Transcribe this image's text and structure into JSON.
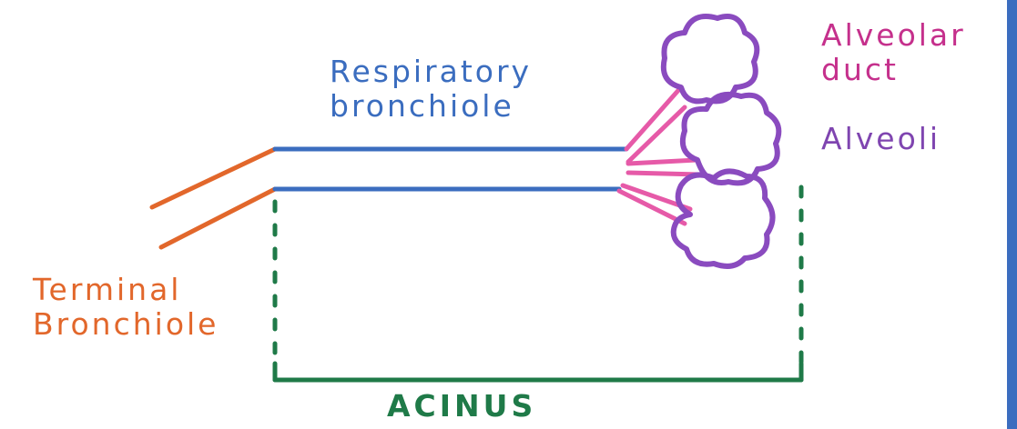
{
  "labels": {
    "respiratory": [
      "Respiratory",
      "bronchiole"
    ],
    "alveolar_duct": [
      "Alveolar",
      "duct"
    ],
    "alveoli": "Alveoli",
    "terminal": [
      "Terminal",
      "Bronchiole"
    ],
    "acinus": "ACINUS"
  },
  "colors": {
    "terminal": "#e2672b",
    "respiratory": "#3b6dbf",
    "alveolar_duct": "#e65aa8",
    "alveoli": "#8a4bbf",
    "acinus": "#1f7a48",
    "frame": "#3b6dbf"
  }
}
